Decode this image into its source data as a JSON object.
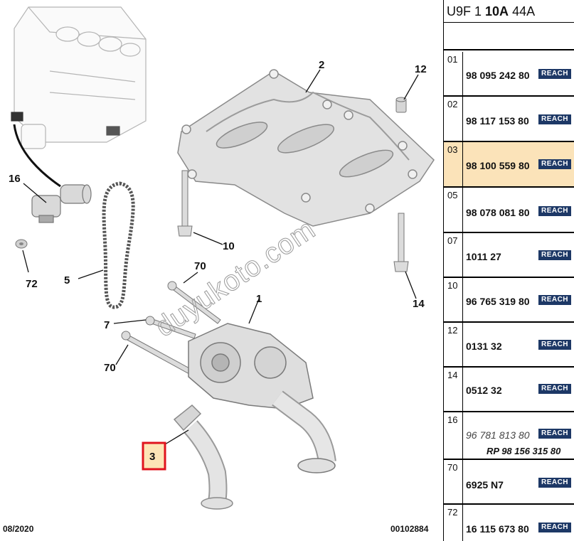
{
  "diagram": {
    "callouts": [
      "1",
      "2",
      "3",
      "5",
      "7",
      "10",
      "12",
      "14",
      "16",
      "70",
      "70",
      "72"
    ],
    "highlighted_callout": "3",
    "watermark": "duyukoto.com",
    "footer_date": "08/2020",
    "footer_ref": "00102884",
    "highlight_color": "#e0141e",
    "highlight_fill": "#fde5b6"
  },
  "table": {
    "header": {
      "part1": "U9F 1 ",
      "bold": "10A",
      "part2": " 44A"
    },
    "rows": [
      {
        "index": "01",
        "part": "98 095 242 80",
        "badge": "REACH"
      },
      {
        "index": "02",
        "part": "98 117 153 80",
        "badge": "REACH"
      },
      {
        "index": "03",
        "part": "98 100 559 80",
        "badge": "REACH",
        "highlighted": true
      },
      {
        "index": "05",
        "part": "98 078 081 80",
        "badge": "REACH"
      },
      {
        "index": "07",
        "part": "1011 27",
        "badge": "REACH"
      },
      {
        "index": "10",
        "part": "96 765 319 80",
        "badge": "REACH"
      },
      {
        "index": "12",
        "part": "0131 32",
        "badge": "REACH"
      },
      {
        "index": "14",
        "part": "0512 32",
        "badge": "REACH"
      },
      {
        "index": "16",
        "part": "96 781 813 80",
        "badge": "REACH",
        "superseded_by": "RP 98 156 315 80"
      },
      {
        "index": "70",
        "part": "6925 N7",
        "badge": "REACH"
      },
      {
        "index": "72",
        "part": "16 115 673 80",
        "badge": "REACH"
      }
    ],
    "highlight_color": "#fbe3b9",
    "badge_color": "#1d3866"
  }
}
